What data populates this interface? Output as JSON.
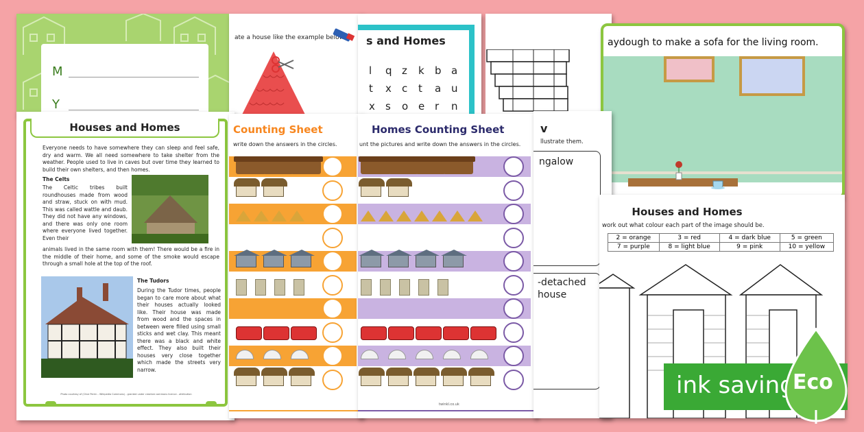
{
  "colors": {
    "background": "#f5a3a6",
    "green": "#8cc63f",
    "orange": "#f7a334",
    "purple": "#b79bd3",
    "teal": "#2cc2c8",
    "eco_green": "#3aa935"
  },
  "cover": {
    "line1_letter": "M",
    "line2_letter": "Y"
  },
  "craft": {
    "instruction": "ate a house like the example below."
  },
  "wordsearch": {
    "title": "s and Homes",
    "rows": [
      [
        "l",
        "q",
        "z",
        "k",
        "b",
        "a"
      ],
      [
        "t",
        "x",
        "c",
        "t",
        "a",
        "u"
      ],
      [
        "x",
        "s",
        "o",
        "e",
        "r",
        "n"
      ]
    ]
  },
  "playdough": {
    "instruction": "aydough to make a sofa for the living room."
  },
  "reading": {
    "title": "Houses and Homes",
    "intro": "Everyone needs to have somewhere they can sleep and feel safe, dry and warm. We all need somewhere to take shelter from the weather. People used to live in caves but over time they learned to build their own shelters, and then homes.",
    "celts_heading": "The Celts",
    "celts_text": "The Celtic tribes built roundhouses made from wood and straw, stuck on with mud. This was called wattle and daub. They did not have any windows, and there was only one room where everyone lived together. Even their",
    "celts_text2": "animals lived in the same room with them! There would be a fire in the middle of their home, and some of the smoke would escape through a small hole at the top of the roof.",
    "tudors_heading": "The Tudors",
    "tudors_text": "During the Tudor times, people began to care more about what their houses actually looked like. Their house was made from wood and the spaces in between were filled using small sticks and wet clay. This meant there was a black and white effect. They also built their houses very close together which made the streets very narrow.",
    "credit": "Photo courtesy of (Clive Perrin - Wikipedia Commons) - granted under creative commons licence - attribution"
  },
  "counting_orange": {
    "title": "Counting Sheet",
    "instruction": "write down the answers in the circles."
  },
  "counting_purple": {
    "title": "Homes Counting Sheet",
    "instruction": "unt the pictures and write down the answers in the circles.",
    "footer": "twinkl.co.uk"
  },
  "labels_sheet": {
    "title": "v",
    "instruction": "llustrate them.",
    "box1": "ngalow",
    "box2_line1": "-detached",
    "box2_line2": "house"
  },
  "colour_by_number": {
    "title": "Houses and Homes",
    "instruction": "work out what colour each part of the image should be.",
    "key_row1": [
      "2 = orange",
      "3 = red",
      "4 = dark blue",
      "5 = green"
    ],
    "key_row2": [
      "7 = purple",
      "8 = light blue",
      "9 = pink",
      "10 = yellow"
    ]
  },
  "eco_badge": {
    "text": "ink saving",
    "eco": "Eco"
  }
}
